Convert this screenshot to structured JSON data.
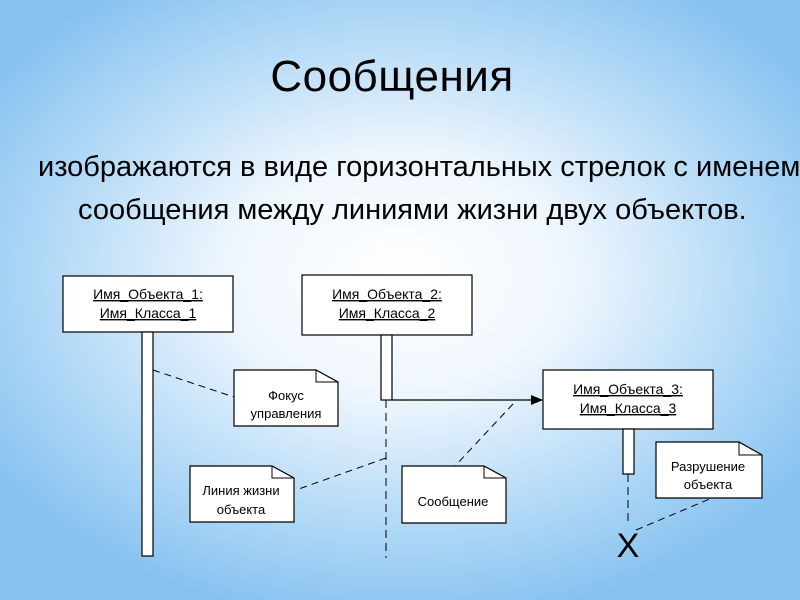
{
  "slide": {
    "title": "Сообщения",
    "body": "изображаются в виде горизонтальных стрелок с именем сообщения между линиями жизни двух объектов."
  },
  "diagram": {
    "objects": [
      {
        "line1": "Имя_Объекта_1:",
        "line2": "Имя_Класса_1"
      },
      {
        "line1": "Имя_Объекта_2:",
        "line2": "Имя_Класса_2"
      },
      {
        "line1": "Имя_Объекта_3:",
        "line2": "Имя_Класса_3"
      }
    ],
    "notes": {
      "focus": {
        "line1": "Фокус",
        "line2": "управления"
      },
      "lifeline": {
        "line1": "Линия жизни",
        "line2": "объекта"
      },
      "message": {
        "line1": "Сообщение"
      },
      "destroy": {
        "line1": "Разрушение",
        "line2": "объекта"
      }
    },
    "destroy_mark": "X"
  }
}
